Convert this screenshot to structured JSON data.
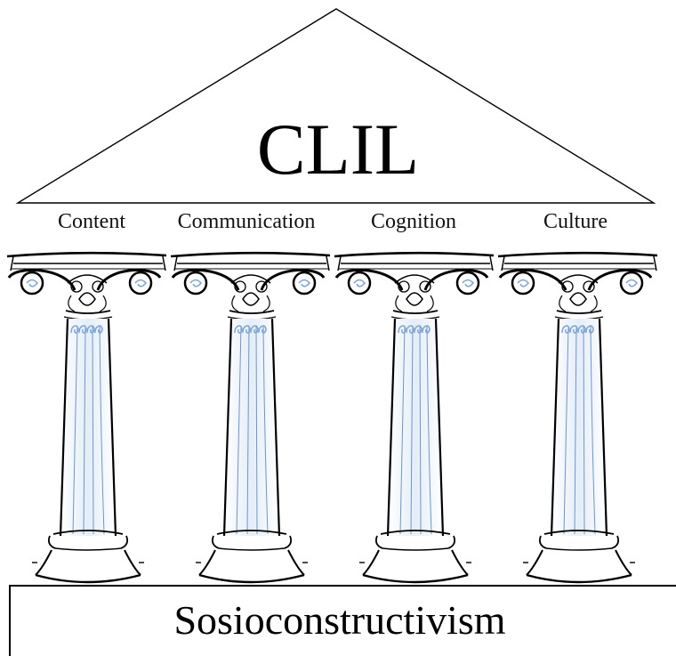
{
  "roof": {
    "title": "CLIL"
  },
  "pillars": [
    {
      "label": "Content"
    },
    {
      "label": "Communication"
    },
    {
      "label": "Cognition"
    },
    {
      "label": "Culture"
    }
  ],
  "foundation": {
    "label": "Sosioconstructivism"
  },
  "colors": {
    "line": "#000000",
    "shaft_fill": "#e7eef8",
    "flute": "#6f95c4",
    "curl": "#7ea6d6"
  }
}
